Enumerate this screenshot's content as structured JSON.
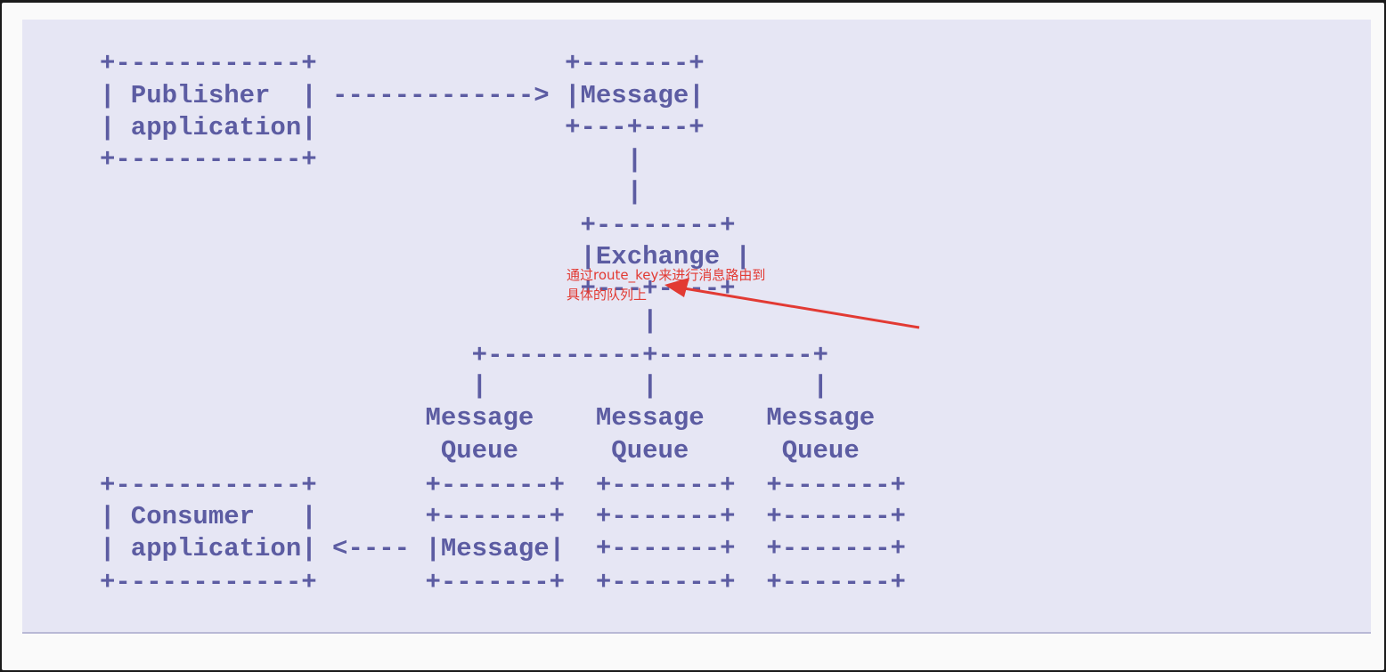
{
  "diagram": {
    "rows": [
      "+------------+                +-------+",
      "| Publisher  | -------------> |Message|",
      "| application|                +---+---+",
      "+------------+                    |",
      "                                  |",
      "                               +--------+",
      "                               |Exchange |",
      "                               +---+----+",
      "                                   |",
      "                        +----------+----------+",
      "                        |          |          |",
      "                     Message    Message    Message",
      "                      Queue      Queue      Queue",
      "+------------+       +-------+  +-------+  +-------+",
      "| Consumer   |       +-------+  +-------+  +-------+",
      "| application| <---- |Message|  +-------+  +-------+",
      "+------------+       +-------+  +-------+  +-------+"
    ]
  },
  "annotation": {
    "text": "通过route_key来进行消息路由到\n具体的队列上",
    "color": "#e23a33"
  },
  "colors": {
    "diagram_text": "#5c5ca2",
    "canvas_background": "#e6e6f4",
    "outer_border": "#1a1a1a"
  }
}
